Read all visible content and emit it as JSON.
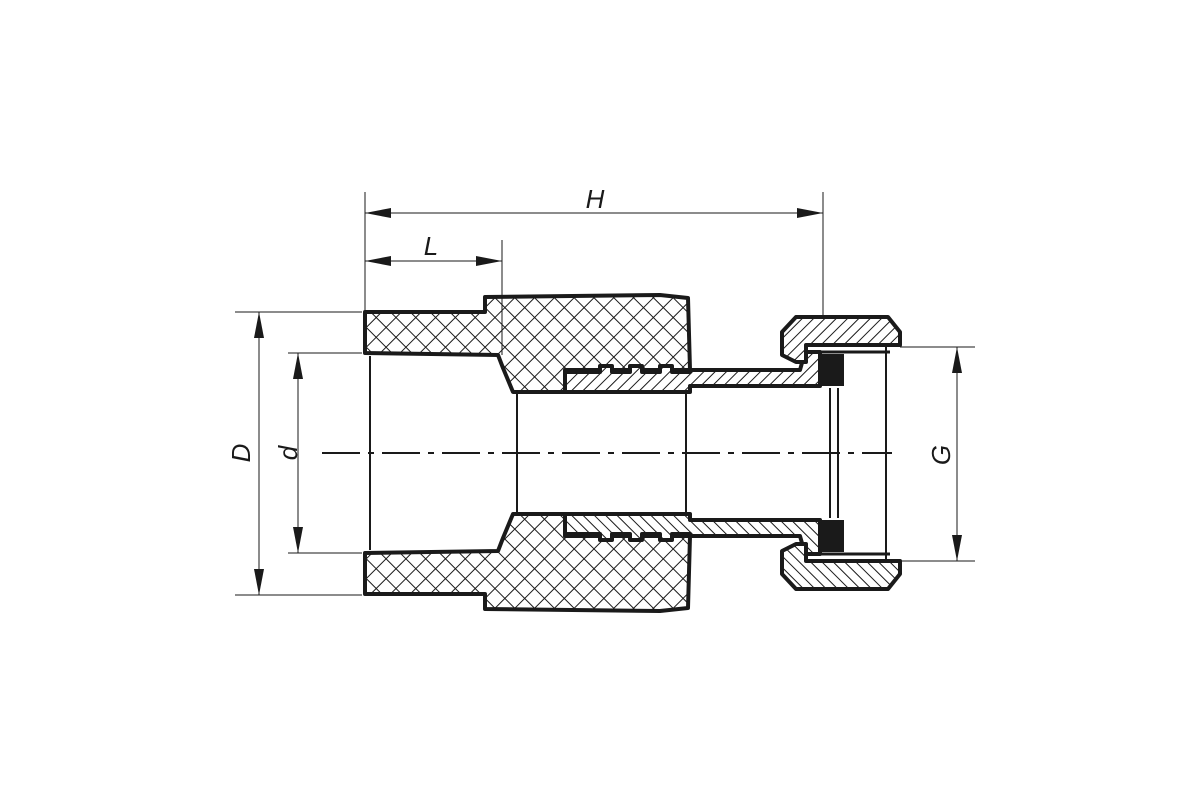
{
  "drawing": {
    "dimensions": {
      "overall_length": "H",
      "socket_depth": "L",
      "outer_diameter": "D",
      "inner_diameter": "d",
      "thread_size": "G"
    },
    "colors": {
      "line": "#1a1a1a",
      "background": "#ffffff"
    }
  }
}
